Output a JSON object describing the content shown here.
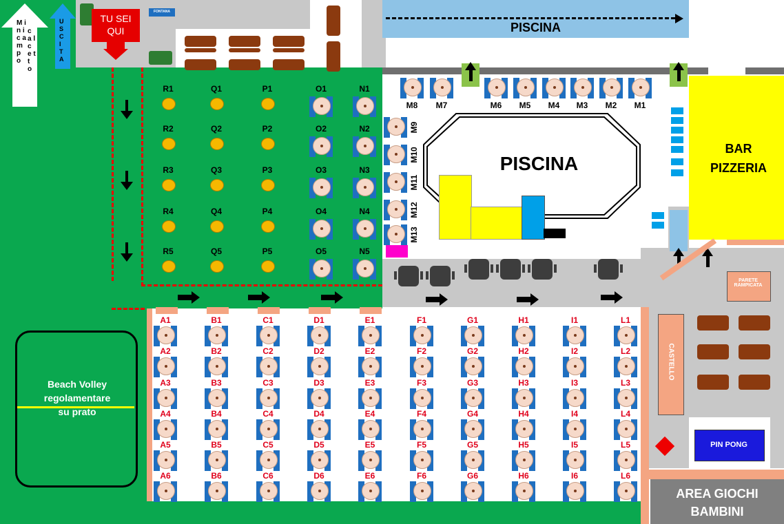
{
  "pool_top_label": "PISCINA",
  "pool_main_label": "PISCINA",
  "bar_label": "BAR PIZZERIA",
  "you_are_here": "TU SEI QUI",
  "fontana": "FONTANA",
  "uscita": "U S C I T A",
  "mini_campo": "M i n i   c a m p o",
  "calcetto": "c a l c e t t o",
  "beach_volley": [
    "Beach Volley",
    "regolamentare",
    "su prato"
  ],
  "parete": "PARETE RAMPICATA",
  "castello": "CASTELLO",
  "pin_pong": "PIN PONG",
  "area_giochi": [
    "AREA GIOCHI",
    "BAMBINI"
  ],
  "grid_cols": [
    "A",
    "B",
    "C",
    "D",
    "E",
    "F",
    "G",
    "H",
    "I",
    "L"
  ],
  "grid_rows": [
    "1",
    "2",
    "3",
    "4",
    "5",
    "6"
  ],
  "green_cols": [
    "R",
    "Q",
    "P"
  ],
  "green_rows": [
    "1",
    "2",
    "3",
    "4",
    "5"
  ],
  "on_cols": [
    "O",
    "N"
  ],
  "top_m": [
    "M8",
    "M7",
    "M6",
    "M5",
    "M4",
    "M3",
    "M2",
    "M1"
  ],
  "side_m": [
    "M9",
    "M10",
    "M11",
    "M12",
    "M13"
  ],
  "colors": {
    "grass": "#0aa84f",
    "pool": "#8ec3e6",
    "bar": "#ffff00",
    "path": "#c8c8c8",
    "sand": "#f4a582",
    "umbrella": "#1f6fc0"
  }
}
